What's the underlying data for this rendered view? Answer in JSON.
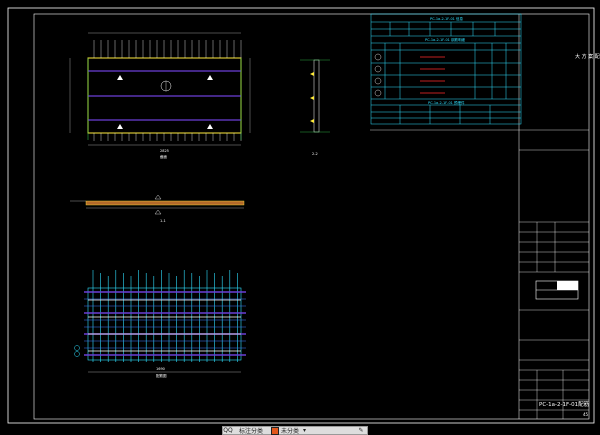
{
  "status_bar": {
    "left_glyph": "QQ",
    "tag_label": "标注分类",
    "unclassified_label": "未分类",
    "expand_arrow": "▾",
    "tool_icon": "✎"
  },
  "drawing": {
    "table_title_1": "PC-1a-2-1F-01 信息",
    "table_title_2": "PC-1a-2-1F-01 钢筋明细",
    "table_title_3": "PC-1a-2-1F-01 预埋件",
    "side_note": "大 方 案 配",
    "plate_label": "截面",
    "section_label_1": "1-1",
    "section_label_2": "2-2",
    "plan_label": "配筋图",
    "drawing_number": "PC-1a-2-1F-01配筋",
    "page_num": "45",
    "dim_top": "2825",
    "dim_mid": "1690",
    "legend_items": [
      "1",
      "2",
      "3",
      "4"
    ]
  },
  "colors": {
    "frame": "#ffffff",
    "cyan": "#2fe0ff",
    "yellow": "#ffeb3b",
    "green": "#39d353",
    "purple": "#6b3fd6",
    "red": "#ff2a2a",
    "white": "#ffffff",
    "blue": "#3f7cff"
  }
}
